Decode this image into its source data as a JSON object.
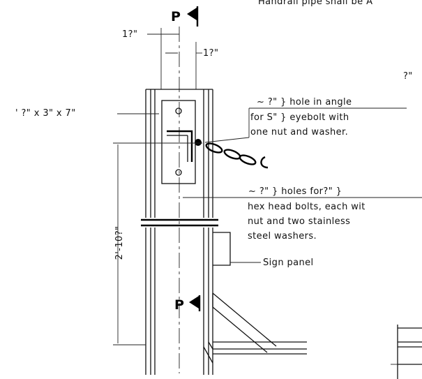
{
  "header_note": "Handrail pipe shall be A",
  "section_markers": {
    "top": "P",
    "bottom": "P"
  },
  "dimensions": {
    "left_width": "1?\"",
    "right_width": "1?\"",
    "corner": "?\"",
    "height": "2'-10?\""
  },
  "callouts": {
    "angle": "' ?\" x 3\" x 7\"",
    "hole_line1": "~ ?\" } hole in angle",
    "hole_line2": "for S\" } eyebolt with",
    "hole_line3": "one nut and washer.",
    "bolts_line1": "~ ?\" } holes for?\" }",
    "bolts_line2": "hex head bolts, each wit",
    "bolts_line3": "nut and two stainless",
    "bolts_line4": "steel washers.",
    "sign_panel": "Sign panel"
  }
}
